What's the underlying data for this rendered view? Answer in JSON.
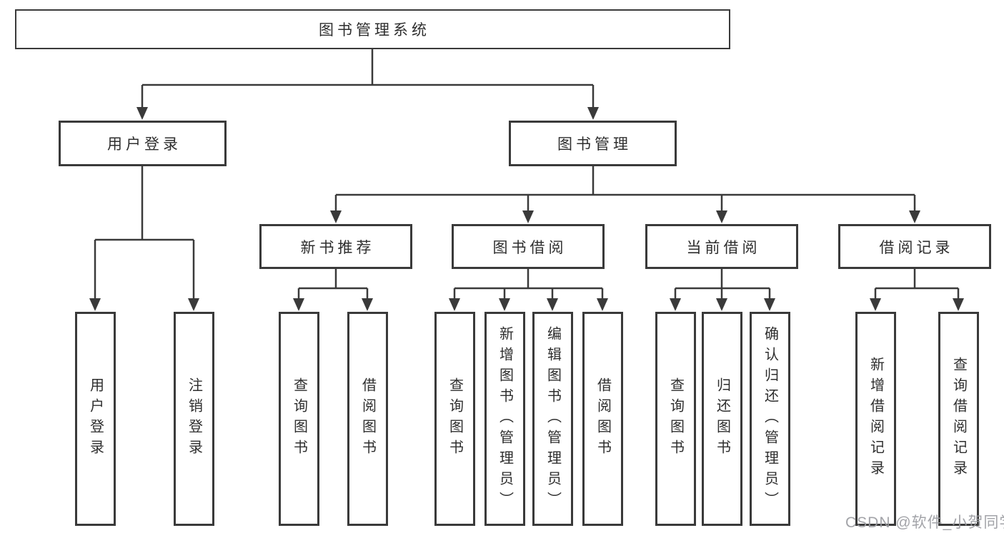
{
  "title": {
    "label": "图书管理系统"
  },
  "groups": {
    "user": {
      "label": "用户登录",
      "children": [
        {
          "label": "用户登录"
        },
        {
          "label": "注销登录"
        }
      ]
    },
    "book": {
      "label": "图书管理",
      "sections": [
        {
          "label": "新书推荐",
          "children": [
            {
              "label": "查询图书"
            },
            {
              "label": "借阅图书"
            }
          ]
        },
        {
          "label": "图书借阅",
          "children": [
            {
              "label": "查询图书"
            },
            {
              "label": "新增图书（管理员）"
            },
            {
              "label": "编辑图书（管理员）"
            },
            {
              "label": "借阅图书"
            }
          ]
        },
        {
          "label": "当前借阅",
          "children": [
            {
              "label": "查询图书"
            },
            {
              "label": "归还图书"
            },
            {
              "label": "确认归还（管理员）"
            }
          ]
        },
        {
          "label": "借阅记录",
          "children": [
            {
              "label": "新增借阅记录"
            },
            {
              "label": "查询借阅记录"
            }
          ]
        }
      ]
    }
  },
  "watermark": {
    "text": "CSDN @软件_小贺同学"
  },
  "colors": {
    "border": "#3a3a3a",
    "line": "#3a3a3a",
    "text": "#2e2e2e",
    "background": "#ffffff",
    "watermark": "#9b9ca1"
  }
}
